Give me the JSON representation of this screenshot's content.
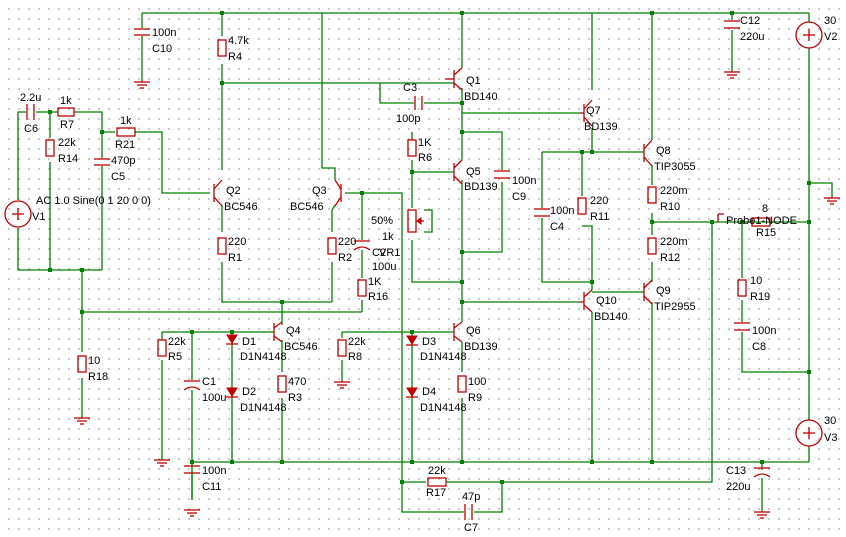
{
  "components": {
    "C10": {
      "ref": "C10",
      "value": "100n"
    },
    "R4": {
      "ref": "R4",
      "value": "4.7k"
    },
    "Q1": {
      "ref": "Q1",
      "model": "BD140"
    },
    "C12": {
      "ref": "C12",
      "value": "220u"
    },
    "V2": {
      "ref": "V2",
      "value": "30"
    },
    "C6": {
      "ref": "C6",
      "value": "2.2u"
    },
    "R7": {
      "ref": "R7",
      "value": "1k"
    },
    "R14": {
      "ref": "R14",
      "value": "22k"
    },
    "R21": {
      "ref": "R21",
      "value": "1k"
    },
    "C5": {
      "ref": "C5",
      "value": "470p"
    },
    "C3": {
      "ref": "C3",
      "value": "100p"
    },
    "Q7": {
      "ref": "Q7",
      "model": "BD139"
    },
    "R6": {
      "ref": "R6",
      "value": "1K"
    },
    "Q8": {
      "ref": "Q8",
      "model": "TIP3055"
    },
    "Q5": {
      "ref": "Q5",
      "model": "BD139"
    },
    "C9": {
      "ref": "C9",
      "value": "100n"
    },
    "V1": {
      "ref": "V1",
      "value": "AC 1.0 Sine(0 1 20 0 0)"
    },
    "Q2": {
      "ref": "Q2",
      "model": "BC546"
    },
    "Q3": {
      "ref": "Q3",
      "model": "BC546"
    },
    "C4": {
      "ref": "C4",
      "value": "100n"
    },
    "R11": {
      "ref": "R11",
      "value": "220"
    },
    "R10": {
      "ref": "R10",
      "value": "220m"
    },
    "R15": {
      "ref": "R15",
      "value": "8"
    },
    "probe": {
      "text": "Probe1-NODE"
    },
    "VR1": {
      "ref": "VR1",
      "value": "1k",
      "setting": "50%"
    },
    "R1": {
      "ref": "R1",
      "value": "220"
    },
    "R2": {
      "ref": "R2",
      "value": "220"
    },
    "C2": {
      "ref": "C2",
      "value": "100u"
    },
    "R12": {
      "ref": "R12",
      "value": "220m"
    },
    "R16": {
      "ref": "R16",
      "value": "1K"
    },
    "Q10": {
      "ref": "Q10",
      "model": "BD140"
    },
    "Q9": {
      "ref": "Q9",
      "model": "TIP2955"
    },
    "R19": {
      "ref": "R19",
      "value": "10"
    },
    "Q4": {
      "ref": "Q4",
      "model": "BC546"
    },
    "R5": {
      "ref": "R5",
      "value": "22k"
    },
    "D1": {
      "ref": "D1",
      "model": "D1N4148"
    },
    "Q6": {
      "ref": "Q6",
      "model": "BD139"
    },
    "R8": {
      "ref": "R8",
      "value": "22k"
    },
    "D3": {
      "ref": "D3",
      "model": "D1N4148"
    },
    "C8": {
      "ref": "C8",
      "value": "100n"
    },
    "R18": {
      "ref": "R18",
      "value": "10"
    },
    "C1": {
      "ref": "C1",
      "value": "100u"
    },
    "D2": {
      "ref": "D2",
      "model": "D1N4148"
    },
    "R3": {
      "ref": "R3",
      "value": "470"
    },
    "D4": {
      "ref": "D4",
      "model": "D1N4148"
    },
    "R9": {
      "ref": "R9",
      "value": "100"
    },
    "V3": {
      "ref": "V3",
      "value": "30"
    },
    "C11": {
      "ref": "C11",
      "value": "100n"
    },
    "R17": {
      "ref": "R17",
      "value": "22k"
    },
    "C13": {
      "ref": "C13",
      "value": "220u"
    },
    "C7": {
      "ref": "C7",
      "value": "47p"
    }
  },
  "colors": {
    "wire": "#008000",
    "component": "#c00000",
    "text": "#000000",
    "grid_dot": "#9a9a9a"
  }
}
